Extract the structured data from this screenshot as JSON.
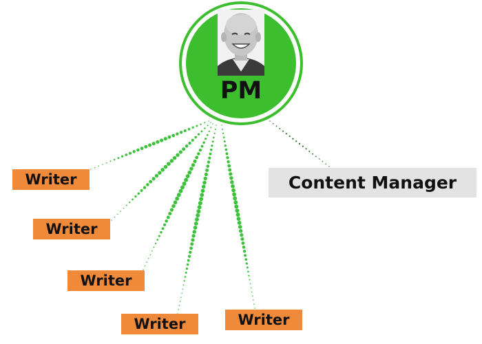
{
  "pm": {
    "label": "PM",
    "ring_color": "#3dbe2f",
    "avatar_icon": "person-portrait-photo"
  },
  "writers": [
    {
      "label": "Writer"
    },
    {
      "label": "Writer"
    },
    {
      "label": "Writer"
    },
    {
      "label": "Writer"
    },
    {
      "label": "Writer"
    }
  ],
  "content_manager": {
    "label": "Content Manager",
    "box_color": "#e3e3e3"
  },
  "colors": {
    "writer_box": "#ef8a3a",
    "connector_green": "#3cc23a",
    "connector_dark": "#3a7a3a"
  },
  "icons": {
    "connector_style": "dotted-line"
  }
}
